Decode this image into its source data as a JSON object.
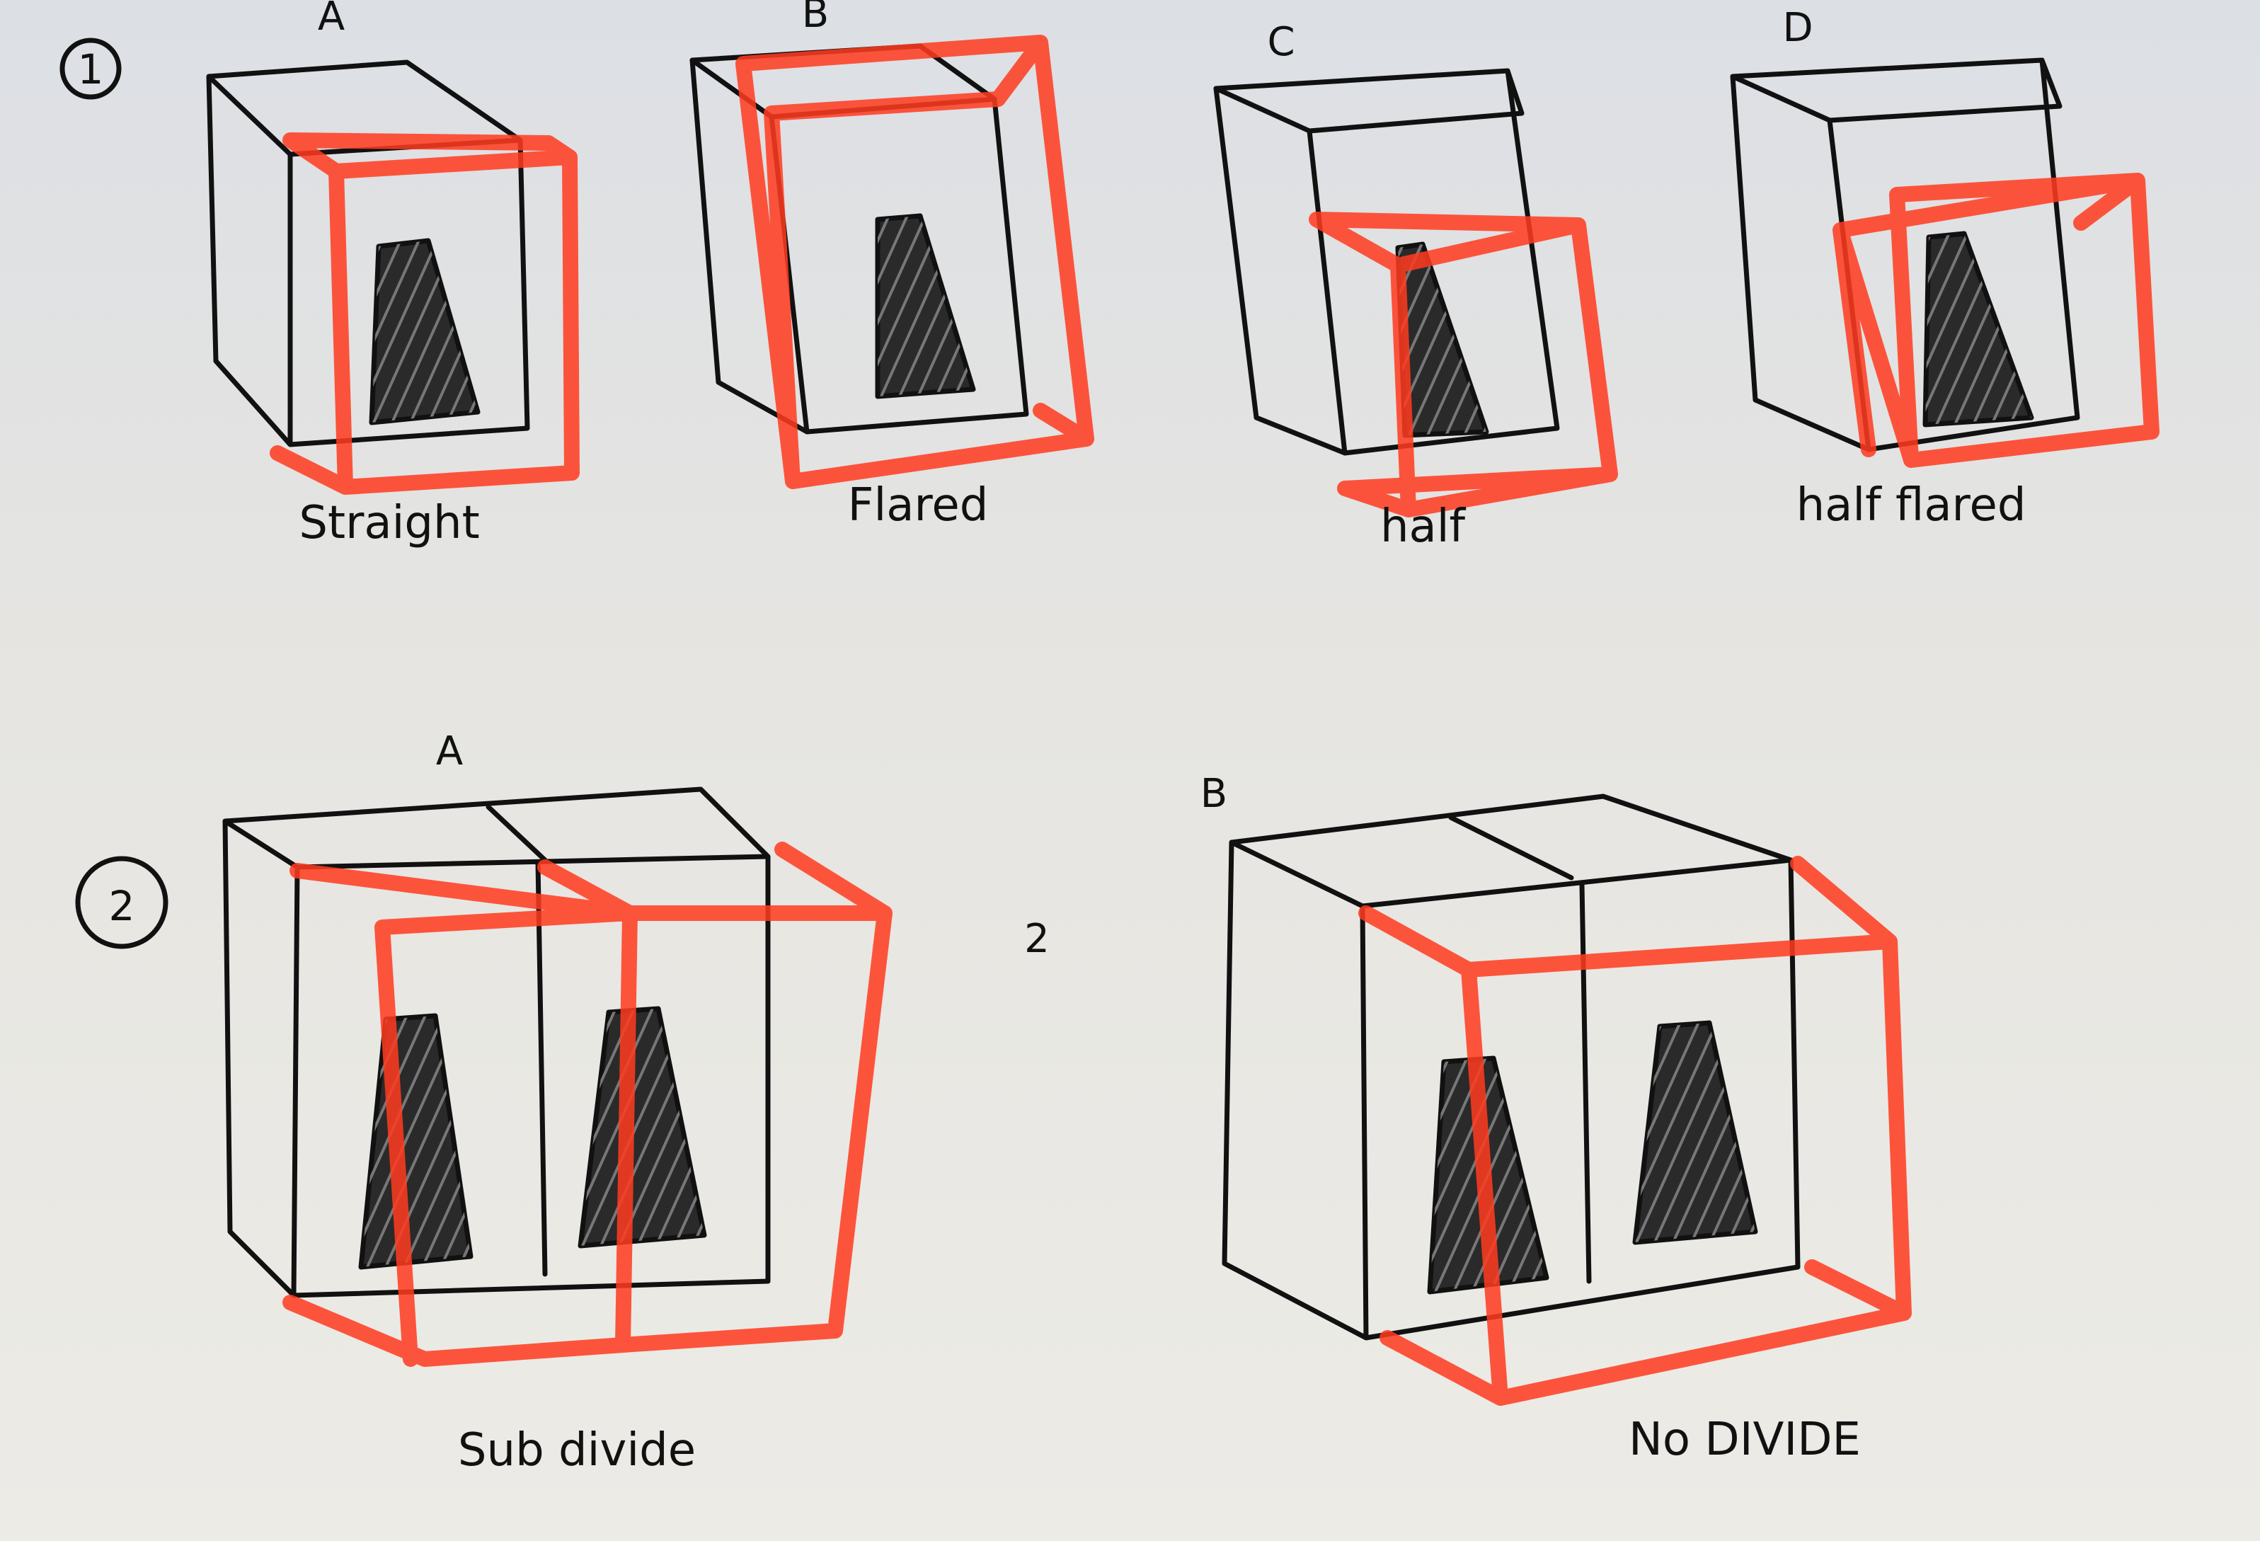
{
  "section1": {
    "marker": "1",
    "sketches": [
      {
        "letter": "A",
        "caption": "Straight"
      },
      {
        "letter": "B",
        "caption": "Flared"
      },
      {
        "letter": "C",
        "caption": "half"
      },
      {
        "letter": "D",
        "caption": "half flared"
      }
    ]
  },
  "section2": {
    "marker": "2",
    "stray_mark": "2",
    "sketches": [
      {
        "letter": "A",
        "caption": "Sub divide"
      },
      {
        "letter": "B",
        "caption": "No DIVIDE"
      }
    ]
  },
  "colors": {
    "ink": "#111111",
    "highlighter": "#ff3b1f",
    "paper": "#e6e5e1"
  }
}
